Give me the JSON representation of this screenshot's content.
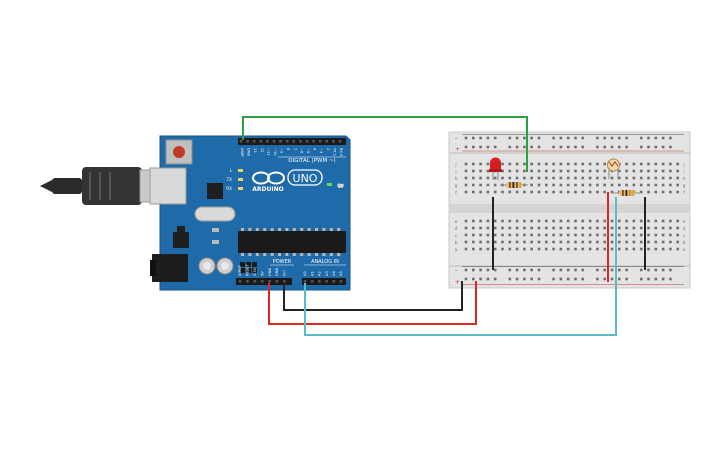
{
  "board": {
    "digital_pins": [
      "AREF",
      "GND",
      "13",
      "12",
      "~11",
      "~10",
      "~9",
      "8",
      "7",
      "~6",
      "~5",
      "4",
      "~3",
      "2",
      "TX 1",
      "RX 0"
    ],
    "digital_label": "DIGITAL (PWM ~)",
    "logo_text": "ARDUINO",
    "model": "UNO",
    "on_label": "ON",
    "led_labels": [
      "L",
      "TX",
      "RX"
    ],
    "power_label": "POWER",
    "analog_label": "ANALOG IN",
    "power_pins": [
      "IOREF",
      "RESET",
      "3.3V",
      "5V",
      "GND",
      "GND",
      "Vin"
    ],
    "analog_pins": [
      "A0",
      "A1",
      "A2",
      "A3",
      "A4",
      "A5"
    ]
  },
  "breadboard": {
    "row_letters_top": [
      "j",
      "i",
      "h",
      "g",
      "f"
    ],
    "row_letters_bottom": [
      "e",
      "d",
      "c",
      "b",
      "a"
    ],
    "rail_plus": "+",
    "rail_minus": "-"
  },
  "colors": {
    "board": "#1f6aa8",
    "wire_green": "#2ea043",
    "wire_black": "#222222",
    "wire_red": "#e02424",
    "wire_cyan": "#5bbcc8",
    "breadboard": "#e4e4e4"
  }
}
